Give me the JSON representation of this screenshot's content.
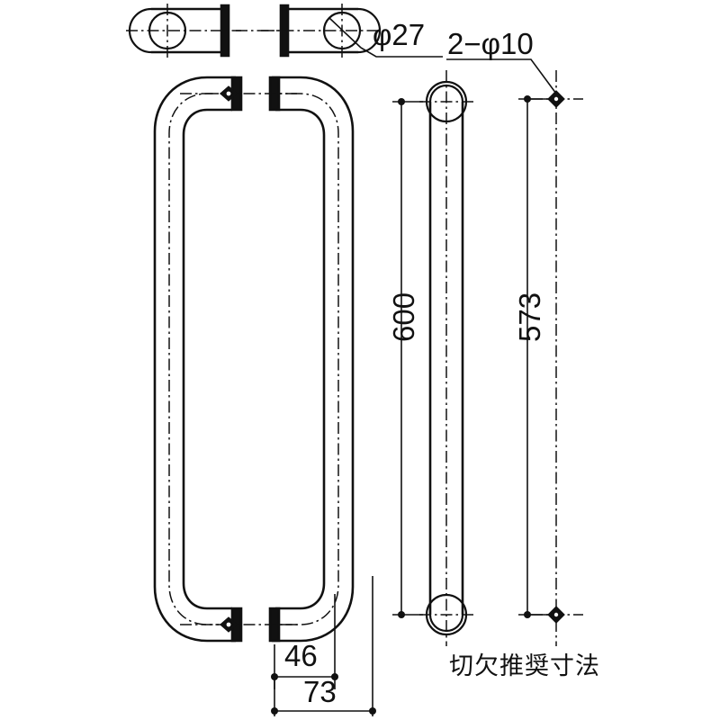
{
  "drawing": {
    "title": "door-pull-handle-technical-drawing",
    "units": "mm",
    "line_color": "#111111",
    "background": "#ffffff"
  },
  "views": {
    "top": {
      "name": "top-view",
      "description": "two end sections of the pull handle seen from above"
    },
    "front": {
      "name": "front-view",
      "description": "D-shaped pull handle elevation with mounting flanges"
    },
    "side": {
      "name": "side-view",
      "description": "straight rod profile with rounded ends"
    },
    "cutout": {
      "name": "cutout-pattern-view",
      "description": "recommended notch / hole pattern"
    }
  },
  "callouts": {
    "diameter_rod": "φ27",
    "holes": "2−φ10"
  },
  "dimensions": {
    "overall_length": "600",
    "hole_spacing": "573",
    "flange_gap": "46",
    "handle_depth": "73"
  },
  "notes": {
    "cutout_caption": "切欠推奨寸法"
  }
}
